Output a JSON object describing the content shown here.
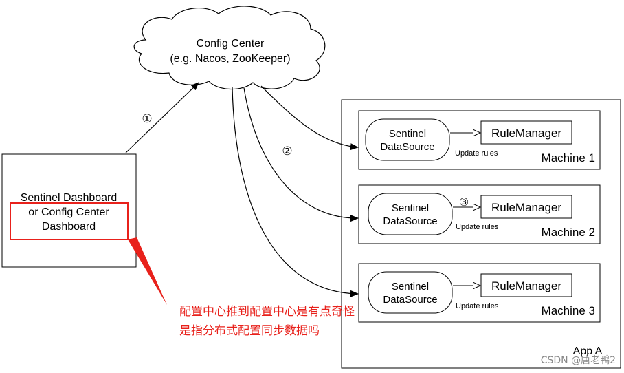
{
  "cloud": {
    "line1": "Config Center",
    "line2": "(e.g. Nacos, ZooKeeper)"
  },
  "dashboard": {
    "line1": "Sentinel Dashboard",
    "line2": "or Config Center",
    "line3": "Dashboard"
  },
  "steps": {
    "one": "①",
    "two": "②",
    "three": "③"
  },
  "app": {
    "label": "App A"
  },
  "machines": [
    {
      "label": "Machine 1",
      "datasource_line1": "Sentinel",
      "datasource_line2": "DataSource",
      "rulemanager": "RuleManager",
      "update": "Update rules"
    },
    {
      "label": "Machine 2",
      "datasource_line1": "Sentinel",
      "datasource_line2": "DataSource",
      "rulemanager": "RuleManager",
      "update": "Update rules"
    },
    {
      "label": "Machine 3",
      "datasource_line1": "Sentinel",
      "datasource_line2": "DataSource",
      "rulemanager": "RuleManager",
      "update": "Update rules"
    }
  ],
  "annotation": {
    "line1": "配置中心推到配置中心是有点奇怪",
    "line2": "是指分布式配置同步数据吗",
    "color": "#e8211b"
  },
  "watermark": "CSDN @唐老鸭2"
}
